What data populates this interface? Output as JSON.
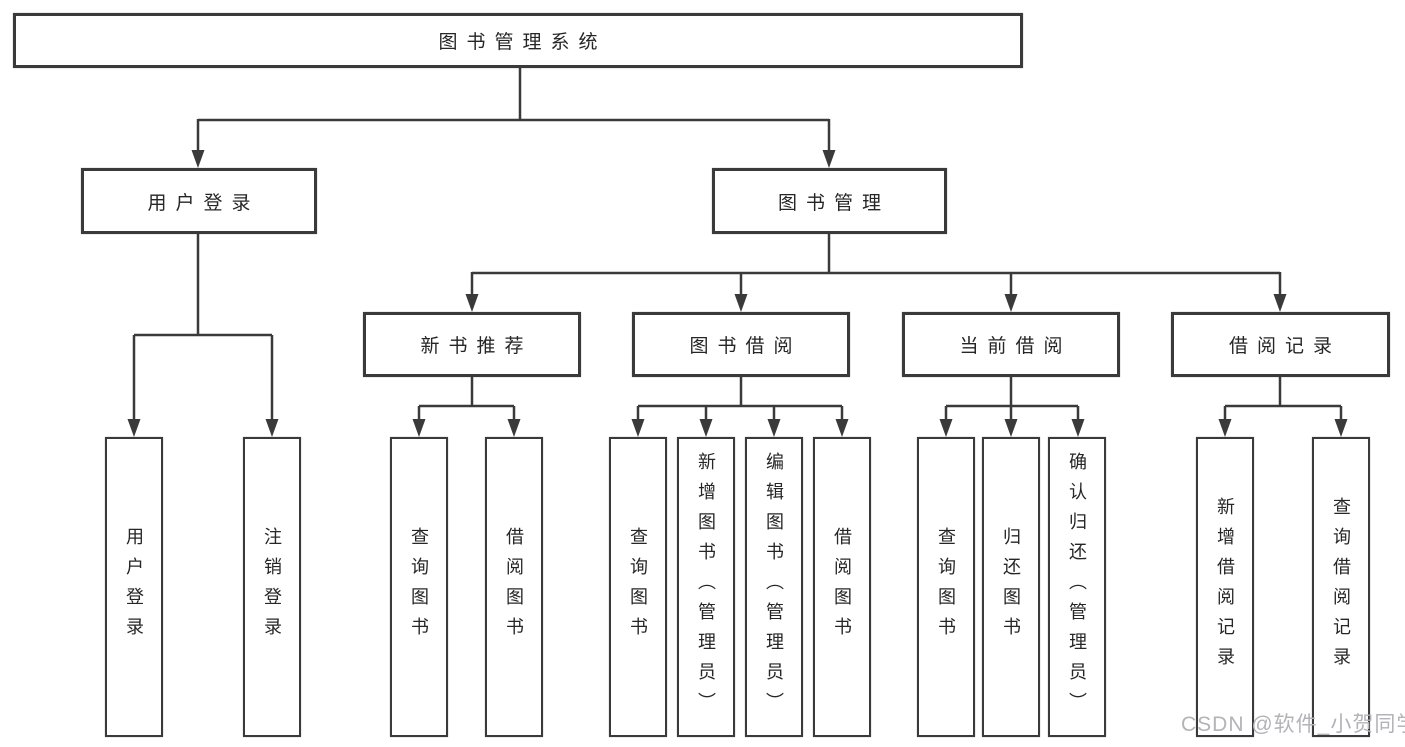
{
  "diagram": {
    "root": {
      "label": "图书管理系统"
    },
    "level2": [
      {
        "label": "用户登录"
      },
      {
        "label": "图书管理"
      }
    ],
    "level3": [
      {
        "label": "新书推荐",
        "parent": "图书管理"
      },
      {
        "label": "图书借阅",
        "parent": "图书管理"
      },
      {
        "label": "当前借阅",
        "parent": "图书管理"
      },
      {
        "label": "借阅记录",
        "parent": "图书管理"
      }
    ],
    "leaves": [
      {
        "label": "用户登录",
        "parent": "用户登录"
      },
      {
        "label": "注销登录",
        "parent": "用户登录"
      },
      {
        "label": "查询图书",
        "parent": "新书推荐"
      },
      {
        "label": "借阅图书",
        "parent": "新书推荐"
      },
      {
        "label": "查询图书",
        "parent": "图书借阅"
      },
      {
        "label": "新增图书（管理员）",
        "parent": "图书借阅"
      },
      {
        "label": "编辑图书（管理员）",
        "parent": "图书借阅"
      },
      {
        "label": "借阅图书",
        "parent": "图书借阅"
      },
      {
        "label": "查询图书",
        "parent": "当前借阅"
      },
      {
        "label": "归还图书",
        "parent": "当前借阅"
      },
      {
        "label": "确认归还（管理员）",
        "parent": "当前借阅"
      },
      {
        "label": "新增借阅记录",
        "parent": "借阅记录"
      },
      {
        "label": "查询借阅记录",
        "parent": "借阅记录"
      }
    ]
  },
  "watermark": {
    "text": "CSDN @软件_小贺同学"
  },
  "colors": {
    "line": "#3a3a3a",
    "text": "#262626",
    "background": "#ffffff",
    "watermark": "#b3b3b8"
  }
}
